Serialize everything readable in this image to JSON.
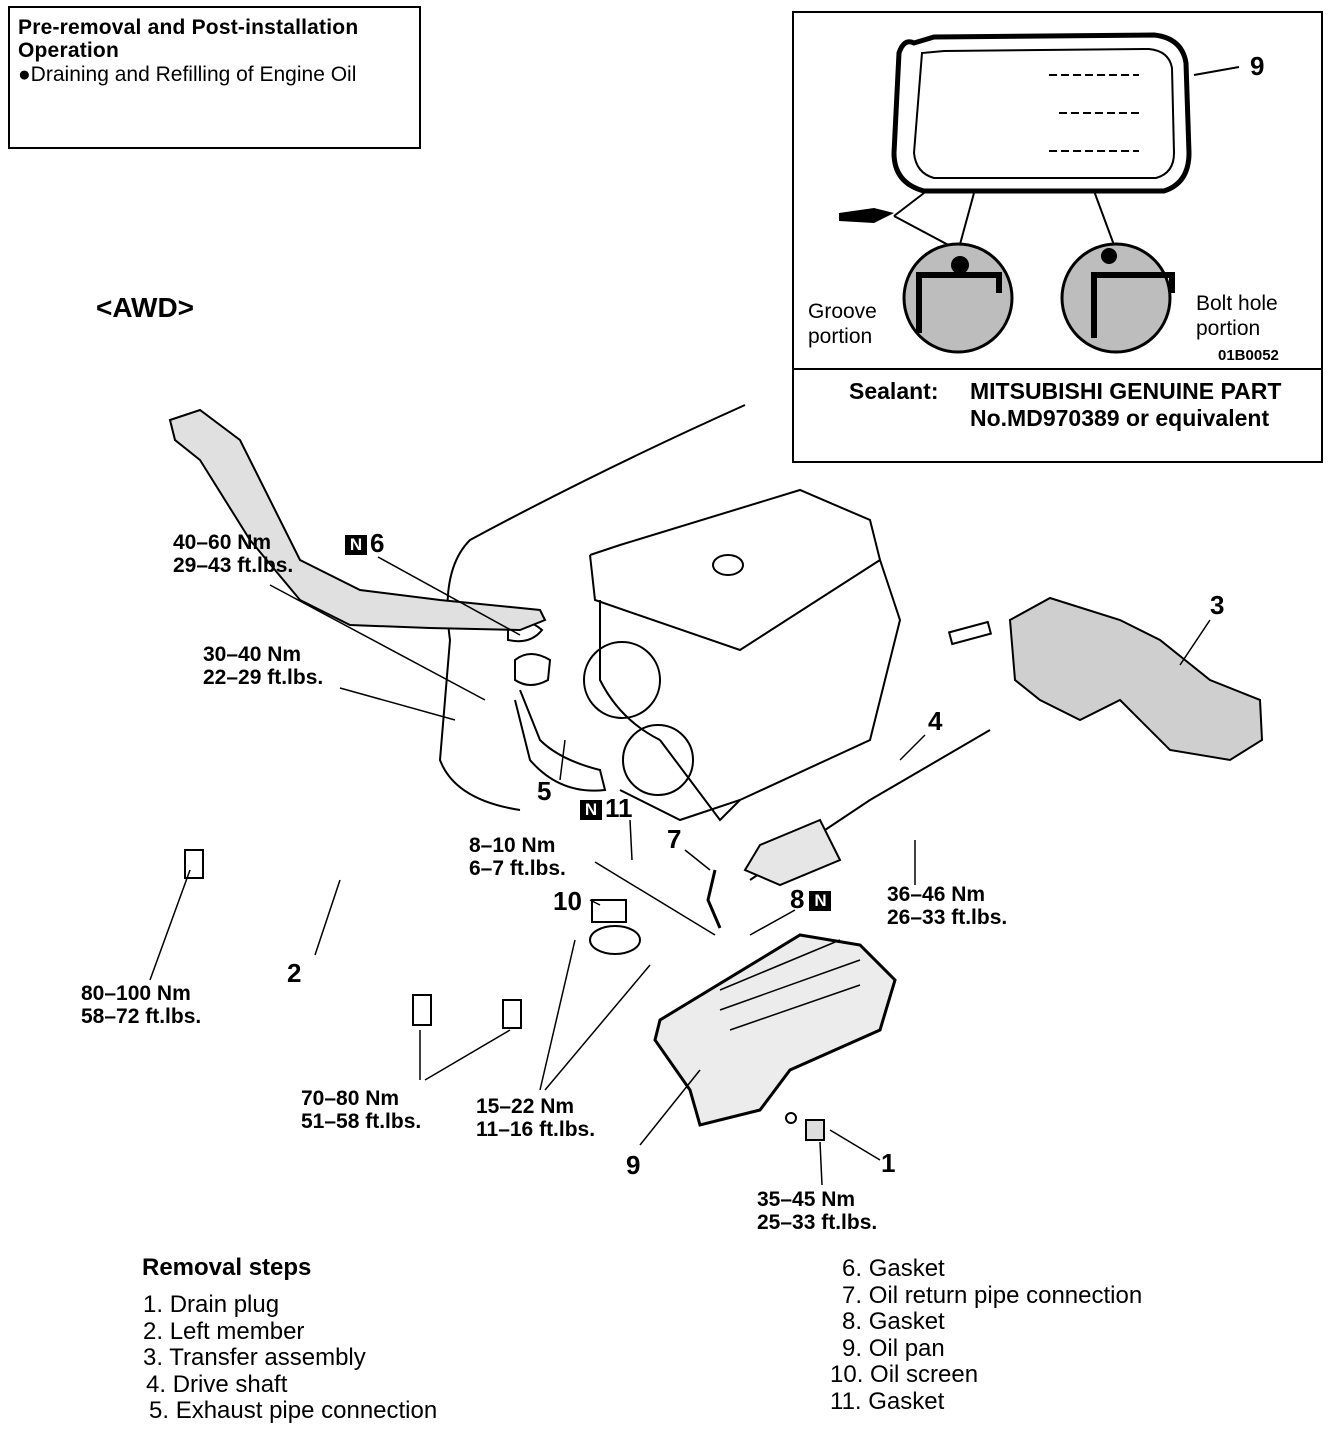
{
  "header_box": {
    "title": "Pre-removal and Post-installation Operation",
    "item": "●Draining and Refilling of Engine Oil"
  },
  "variant_label": "<AWD>",
  "inset": {
    "callout": "9",
    "groove_label": "Groove portion",
    "bolt_hole_label": "Bolt hole portion",
    "figure_code": "01B0052",
    "sealant_label": "Sealant:",
    "sealant_text": "MITSUBISHI GENUINE PART No.MD970389 or equivalent"
  },
  "n_mark": "N",
  "callouts": {
    "c1": "1",
    "c2": "2",
    "c3": "3",
    "c4": "4",
    "c5": "5",
    "c6": "6",
    "c7": "7",
    "c8": "8",
    "c9": "9",
    "c10": "10",
    "c11": "11"
  },
  "torques": {
    "t_exhaust_upper": "40–60 Nm\n29–43 ft.lbs.",
    "t_exhaust_lower": "30–40 Nm\n22–29 ft.lbs.",
    "t_return_pipe": "8–10 Nm\n6–7 ft.lbs.",
    "t_drive_shaft": "36–46 Nm\n26–33 ft.lbs.",
    "t_left_member_front": "80–100 Nm\n58–72 ft.lbs.",
    "t_left_member_rear": "70–80 Nm\n51–58 ft.lbs.",
    "t_oil_pan_bolts": "15–22 Nm\n11–16 ft.lbs.",
    "t_drain_plug": "35–45 Nm\n25–33 ft.lbs."
  },
  "removal_steps": {
    "heading": "Removal steps",
    "left": [
      {
        "num": "1.",
        "label": "Drain plug"
      },
      {
        "num": "2.",
        "label": "Left member"
      },
      {
        "num": "3.",
        "label": "Transfer assembly"
      },
      {
        "num": "4.",
        "label": "Drive shaft"
      },
      {
        "num": "5.",
        "label": "Exhaust pipe connection"
      }
    ],
    "right": [
      {
        "num": "6.",
        "label": "Gasket"
      },
      {
        "num": "7.",
        "label": "Oil return pipe connection"
      },
      {
        "num": "8.",
        "label": "Gasket"
      },
      {
        "num": "9.",
        "label": "Oil  pan"
      },
      {
        "num": "10.",
        "label": "Oil screen"
      },
      {
        "num": "11.",
        "label": "Gasket"
      }
    ]
  }
}
